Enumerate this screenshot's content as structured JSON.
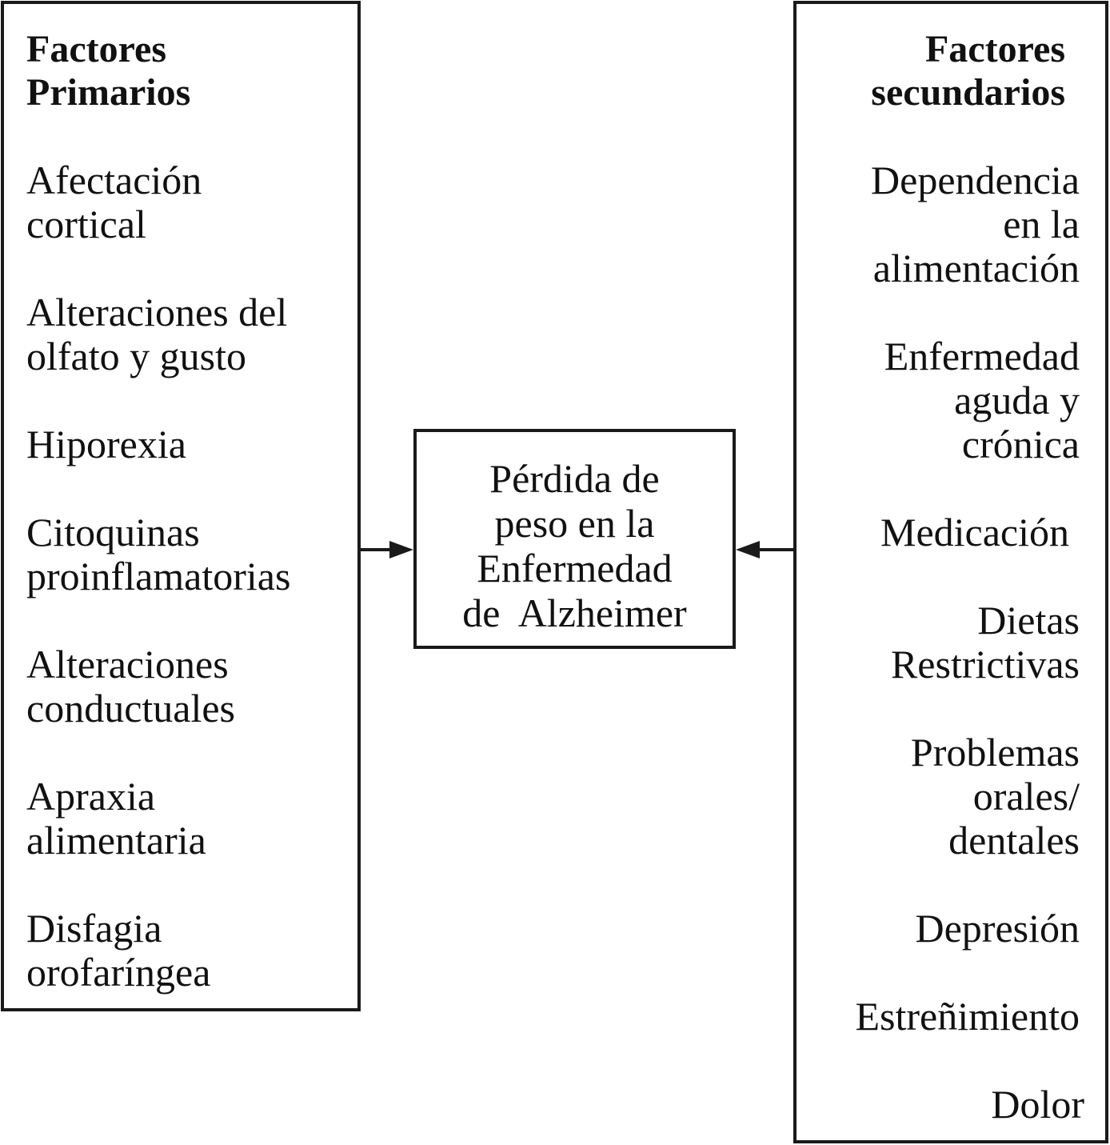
{
  "left_panel": {
    "heading": "Factores\nPrimarios",
    "items": [
      "Afectación\ncortical",
      "Alteraciones del\nolfato y gusto",
      "Hiporexia",
      "Citoquinas\nproinflamatorias",
      "Alteraciones\nconductuales",
      "Apraxia\nalimentaria",
      "Disfagia\norofaríngea"
    ]
  },
  "center": {
    "label": "Pérdida de\npeso en la\nEnfermedad\nde  Alzheimer"
  },
  "right_panel": {
    "heading": "Factores\nsecundarios",
    "items": [
      "Dependencia\nen la\nalimentación",
      "Enfermedad\naguda y\ncrónica",
      "Medicación",
      "Dietas\nRestrictivas",
      "Problemas\norales/\ndentales",
      "Depresión",
      "Estreñimiento",
      "Dolor"
    ]
  }
}
